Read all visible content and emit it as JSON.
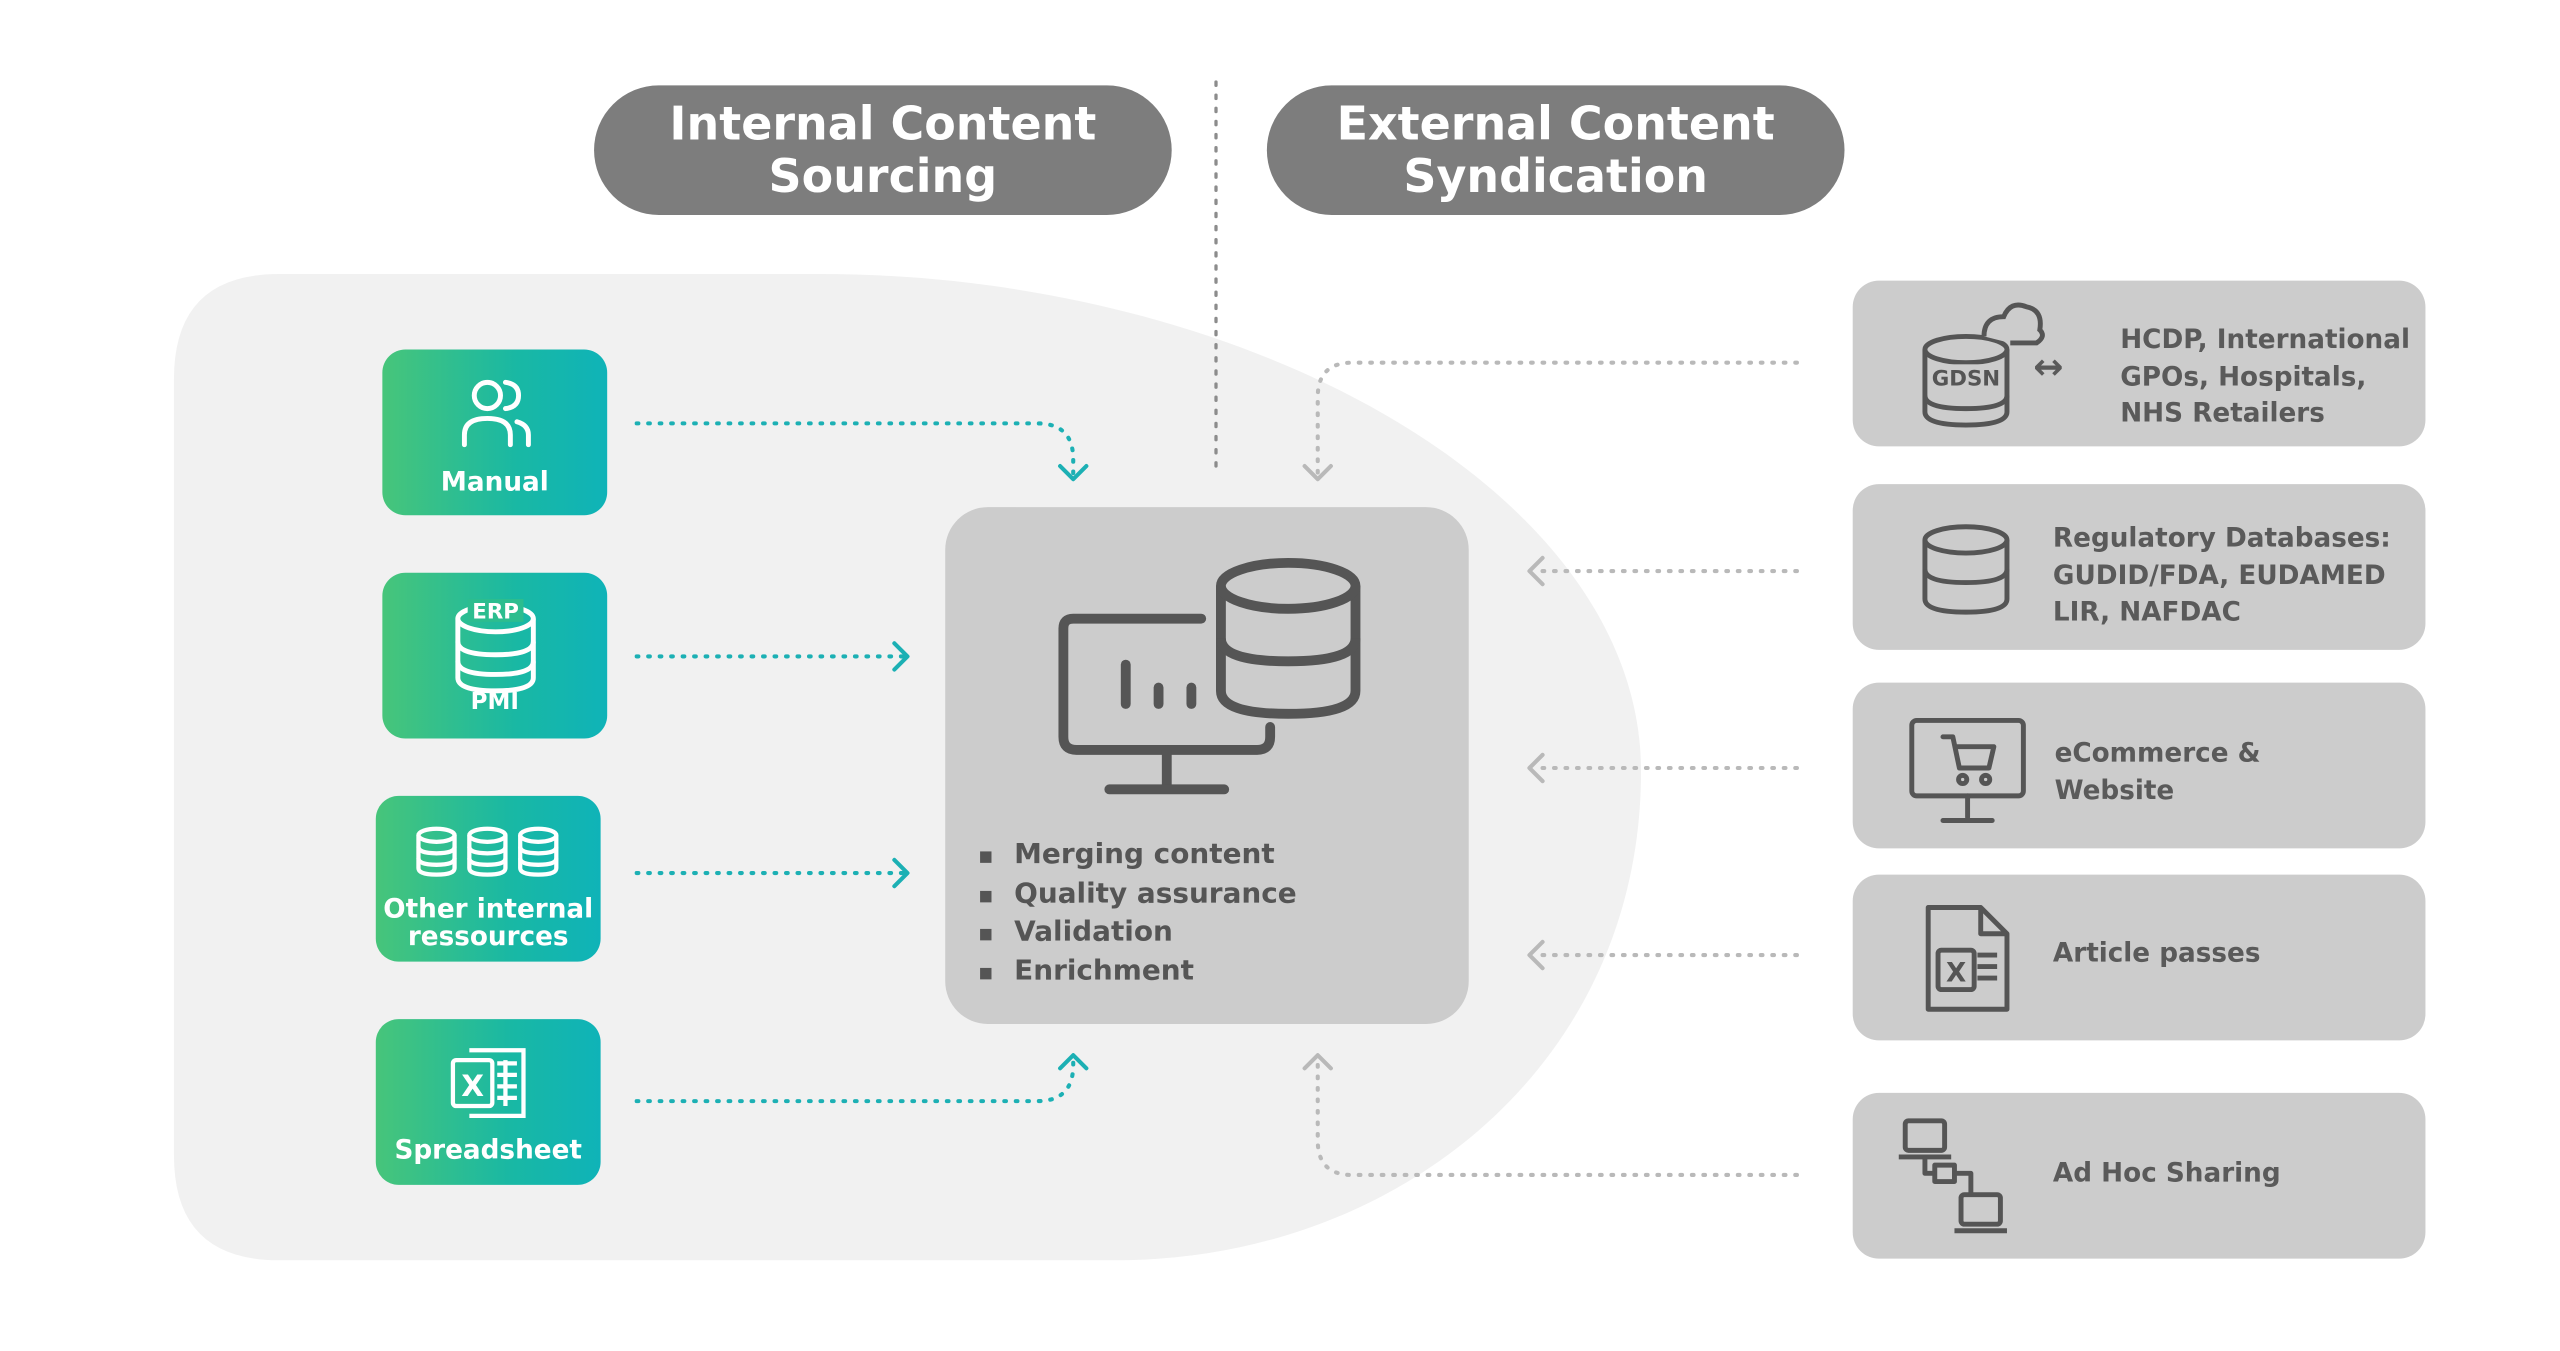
{
  "headers": {
    "internal": [
      "Internal Content",
      "Sourcing"
    ],
    "external": [
      "External Content",
      "Syndication"
    ]
  },
  "internal_sources": [
    {
      "label": "Manual",
      "icon": "users-icon"
    },
    {
      "label": "PMI",
      "icon_text": "ERP",
      "icon": "database-icon"
    },
    {
      "label_lines": [
        "Other internal",
        "ressources"
      ],
      "icon": "databases-icon"
    },
    {
      "label": "Spreadsheet",
      "icon": "spreadsheet-icon"
    }
  ],
  "hub": {
    "icon": "monitor-database-icon",
    "items": [
      "Merging content",
      "Quality assurance",
      "Validation",
      "Enrichment"
    ]
  },
  "external_targets": [
    {
      "lines": [
        "HCDP, International",
        "GPOs, Hospitals,",
        "NHS Retailers"
      ],
      "icon": "cloud-database-icon",
      "icon_text": "GDSN",
      "connector": "↔"
    },
    {
      "lines": [
        "Regulatory Databases:",
        "GUDID/FDA, EUDAMED",
        "LIR, NAFDAC"
      ],
      "icon": "database-icon"
    },
    {
      "lines": [
        "eCommerce &",
        "Website"
      ],
      "icon": "monitor-cart-icon"
    },
    {
      "lines": [
        "Article passes"
      ],
      "icon": "spreadsheet-icon"
    },
    {
      "lines": [
        "Ad Hoc Sharing"
      ],
      "icon": "network-icon"
    }
  ],
  "colors": {
    "teal_arrow": "#1cb0b4",
    "grey_arrow": "#b9b9b9",
    "header_bg": "#7d7d7d",
    "green_start": "#47c57a",
    "teal_end": "#0fb3b8",
    "panel": "#cccccc",
    "icon_dark": "#555555"
  }
}
